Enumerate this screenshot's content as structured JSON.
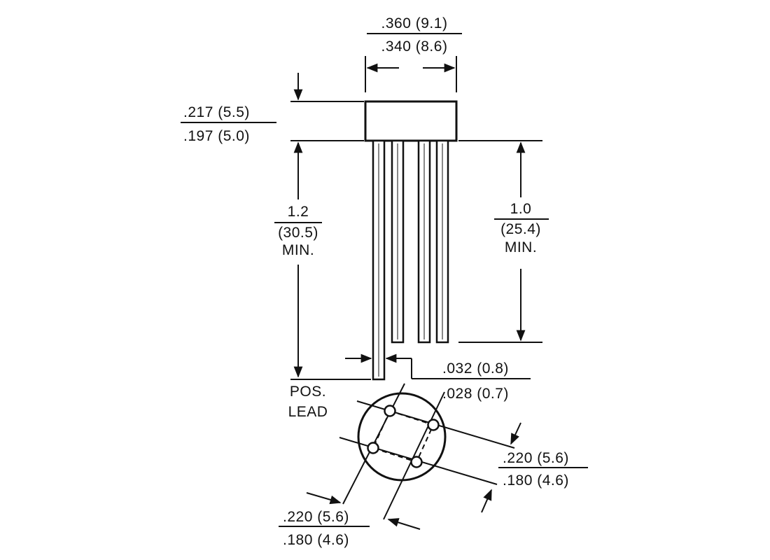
{
  "dimensions": {
    "body_width": {
      "max": ".360 (9.1)",
      "min": ".340 (8.6)"
    },
    "body_height": {
      "max": ".217 (5.5)",
      "min": ".197 (5.0)"
    },
    "pos_lead_length": {
      "line1": "1.2",
      "line2": "(30.5)",
      "line3": "MIN."
    },
    "lead_length": {
      "line1": "1.0",
      "line2": "(25.4)",
      "line3": "MIN."
    },
    "lead_diameter": {
      "max": ".032 (0.8)",
      "min": ".028 (0.7)"
    },
    "lead_spacing_right": {
      "max": ".220 (5.6)",
      "min": ".180 (4.6)"
    },
    "lead_spacing_bottom": {
      "max": ".220 (5.6)",
      "min": ".180 (4.6)"
    }
  },
  "labels": {
    "pos_lead_line1": "POS.",
    "pos_lead_line2": "LEAD"
  }
}
